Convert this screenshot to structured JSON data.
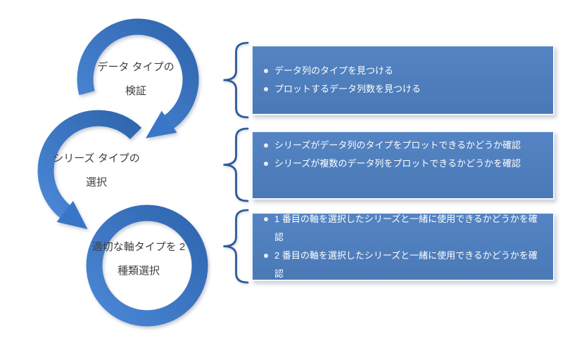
{
  "diagram": {
    "type": "cycle-process",
    "steps": [
      {
        "line1": "データ タイプの",
        "line2": "検証"
      },
      {
        "line1": "シリーズ タイプの",
        "line2": "選択"
      },
      {
        "line1": "適切な軸タイプを 2",
        "line2": "種類選択"
      }
    ],
    "boxes": [
      {
        "items": [
          "データ列のタイプを見つける",
          "プロットするデータ列数を見つける"
        ]
      },
      {
        "items": [
          "シリーズがデータ列のタイプをプロットできるかどうか確認",
          "シリーズが複数のデータ列をプロットできるかどうかを確認"
        ]
      },
      {
        "items": [
          "1 番目の軸を選択したシリーズと一緒に使用できるかどうかを確認",
          "2 番目の軸を選択したシリーズと一緒に使用できるかどうかを確認"
        ]
      }
    ]
  },
  "colors": {
    "ring_light": "#4a87d6",
    "ring_dark": "#2f65ae",
    "ring_mid": "#3a76c8",
    "brace": "#2e5b99",
    "box_fill_top": "#5484c3",
    "box_fill": "#4a79b6",
    "box_border": "#f2f7fc",
    "bullet": "#e8eef8",
    "item_text": "#ffffff",
    "step_text": "#3f3f3f"
  }
}
